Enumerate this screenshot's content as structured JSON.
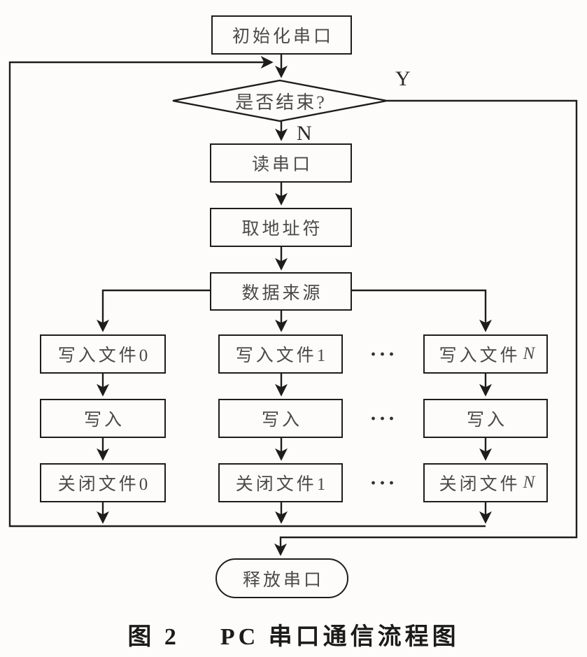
{
  "canvas": {
    "background": "#fdfcfa",
    "ink": "#1d1d1b"
  },
  "nodes": {
    "init": "初始化串口",
    "decision": "是否结束?",
    "read": "读串口",
    "get_addr": "取地址符",
    "data_source": "数据来源",
    "write_file_0": "写入文件0",
    "write_file_1": "写入文件1",
    "write_file_prefix_n": "写入文件",
    "file_var": "N",
    "write_0": "写入",
    "write_1": "写入",
    "write_n": "写入",
    "close_file_0": "关闭文件0",
    "close_file_1": "关闭文件1",
    "close_file_prefix_n": "关闭文件",
    "release": "释放串口"
  },
  "labels": {
    "yes": "Y",
    "no": "N",
    "ellipsis": "···"
  },
  "caption": {
    "figure_no": "图 2",
    "title": "PC 串口通信流程图"
  }
}
